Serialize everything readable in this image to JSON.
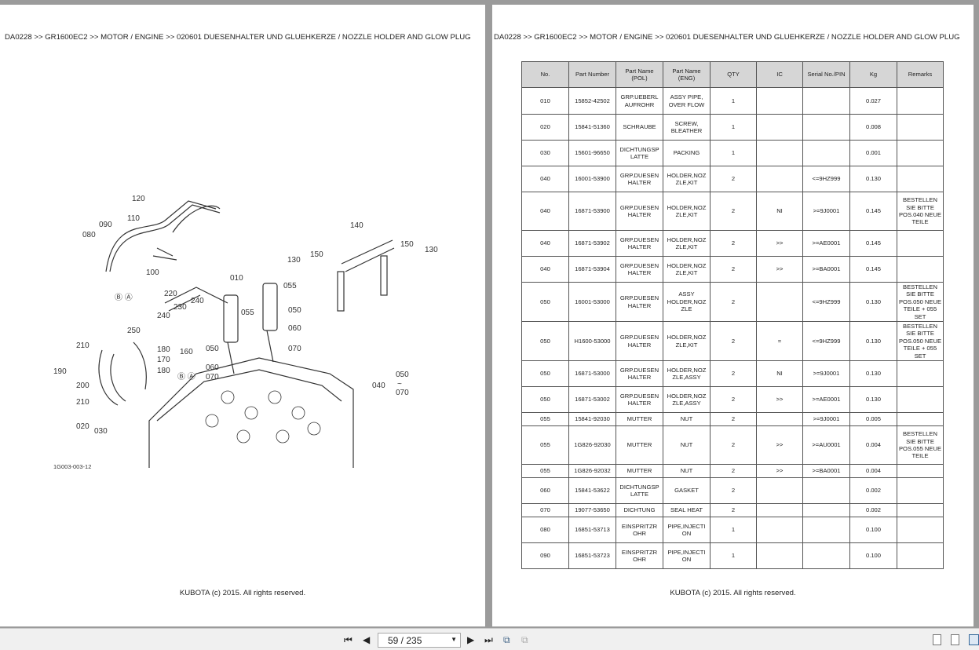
{
  "breadcrumb": "DA0228 >> GR1600EC2 >> MOTOR / ENGINE >> 020601   DUESENHALTER UND GLUEHKERZE / NOZZLE HOLDER AND GLOW PLUG",
  "footer": "KUBOTA (c) 2015. All rights reserved.",
  "diagram": {
    "figure_id": "1G003-003-12",
    "labels": [
      "120",
      "110",
      "090",
      "080",
      "100",
      "Ⓑ Ⓐ",
      "010",
      "055",
      "140",
      "150",
      "130",
      "130",
      "150",
      "220",
      "230",
      "240",
      "240",
      "055",
      "050",
      "060",
      "250",
      "210",
      "180",
      "160",
      "170",
      "180",
      "190",
      "200",
      "210",
      "020",
      "030",
      "050",
      "070",
      "060",
      "070",
      "Ⓑ Ⓐ",
      "040",
      "050",
      "~",
      "070"
    ]
  },
  "table": {
    "headers": [
      "No.",
      "Part Number",
      "Part Name\n(POL)",
      "Part Name\n(ENG)",
      "QTY",
      "IC",
      "Serial No./PIN",
      "Kg",
      "Remarks"
    ],
    "rows": [
      [
        "010",
        "15852-42502",
        "GRP.UEBERL AUFROHR",
        "ASSY PIPE, OVER FLOW",
        "1",
        "",
        "",
        "0.027",
        ""
      ],
      [
        "020",
        "15841-51360",
        "SCHRAUBE",
        "SCREW, BLEATHER",
        "1",
        "",
        "",
        "0.008",
        ""
      ],
      [
        "030",
        "15601-96650",
        "DICHTUNGSP LATTE",
        "PACKING",
        "1",
        "",
        "",
        "0.001",
        ""
      ],
      [
        "040",
        "16001-53900",
        "GRP.DUESEN HALTER",
        "HOLDER,NOZ ZLE,KIT",
        "2",
        "",
        "<=9HZ999",
        "0.130",
        ""
      ],
      [
        "040",
        "16871-53900",
        "GRP.DUESEN HALTER",
        "HOLDER,NOZ ZLE,KIT",
        "2",
        "NI",
        ">=9J0001",
        "0.145",
        "BESTELLEN SIE BITTE POS.040 NEUE TEILE"
      ],
      [
        "040",
        "16871-53902",
        "GRP.DUESEN HALTER",
        "HOLDER,NOZ ZLE,KIT",
        "2",
        ">>",
        ">=AE0001",
        "0.145",
        ""
      ],
      [
        "040",
        "16871-53904",
        "GRP.DUESEN HALTER",
        "HOLDER,NOZ ZLE,KIT",
        "2",
        ">>",
        ">=BA0001",
        "0.145",
        ""
      ],
      [
        "050",
        "16001-53000",
        "GRP.DUESEN HALTER",
        "ASSY HOLDER,NOZ ZLE",
        "2",
        "",
        "<=9HZ999",
        "0.130",
        "BESTELLEN SIE BITTE POS.050 NEUE TEILE + 055 SET"
      ],
      [
        "050",
        "H1600-53000",
        "GRP.DUESEN HALTER",
        "HOLDER,NOZ ZLE,KIT",
        "2",
        "=",
        "<=9HZ999",
        "0.130",
        "BESTELLEN SIE BITTE POS.050 NEUE TEILE + 055 SET"
      ],
      [
        "050",
        "16871-53000",
        "GRP.DUESEN HALTER",
        "HOLDER,NOZ ZLE,ASSY",
        "2",
        "NI",
        ">=9J0001",
        "0.130",
        ""
      ],
      [
        "050",
        "16871-53002",
        "GRP.DUESEN HALTER",
        "HOLDER,NOZ ZLE,ASSY",
        "2",
        ">>",
        ">=AE0001",
        "0.130",
        ""
      ],
      [
        "055",
        "15841-92030",
        "MUTTER",
        "NUT",
        "2",
        "",
        ">=9J0001",
        "0.005",
        ""
      ],
      [
        "055",
        "1G826-92030",
        "MUTTER",
        "NUT",
        "2",
        ">>",
        ">=AU0001",
        "0.004",
        "BESTELLEN SIE BITTE POS.055 NEUE TEILE"
      ],
      [
        "055",
        "1G826-92032",
        "MUTTER",
        "NUT",
        "2",
        ">>",
        ">=BA0001",
        "0.004",
        ""
      ],
      [
        "060",
        "15841-53622",
        "DICHTUNGSP LATTE",
        "GASKET",
        "2",
        "",
        "",
        "0.002",
        ""
      ],
      [
        "070",
        "19077-53650",
        "DICHTUNG",
        "SEAL HEAT",
        "2",
        "",
        "",
        "0.002",
        ""
      ],
      [
        "080",
        "16851-53713",
        "EINSPRITZR OHR",
        "PIPE,INJECTI ON",
        "1",
        "",
        "",
        "0.100",
        ""
      ],
      [
        "090",
        "16851-53723",
        "EINSPRITZR OHR",
        "PIPE,INJECTI ON",
        "1",
        "",
        "",
        "0.100",
        ""
      ]
    ]
  },
  "toolbar": {
    "page_value": "59 / 235",
    "first": "first-page-icon",
    "prev": "prev-page-icon",
    "next": "next-page-icon",
    "last": "last-page-icon"
  }
}
